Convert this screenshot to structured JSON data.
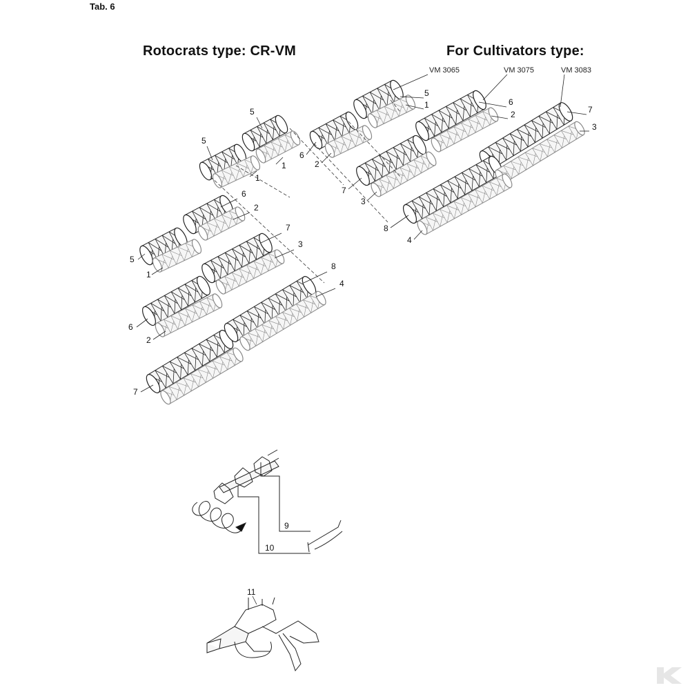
{
  "header": {
    "tab": "Tab. 6",
    "title_left": "Rotocrats type: CR-VM",
    "title_right": "For Cultivators type:"
  },
  "models": [
    "VM 3065",
    "VM 3075",
    "VM 3083"
  ],
  "callouts": {
    "c1": "1",
    "c2": "2",
    "c3": "3",
    "c4": "4",
    "c5": "5",
    "c6": "6",
    "c7": "7",
    "c8": "8",
    "c9": "9",
    "c10": "10",
    "c11": "11"
  },
  "colors": {
    "line": "#222222",
    "cage_fill": "#f4f4f4",
    "logo": "#e8e8e8"
  },
  "icons": {
    "logo": "brand-logo-icon"
  }
}
